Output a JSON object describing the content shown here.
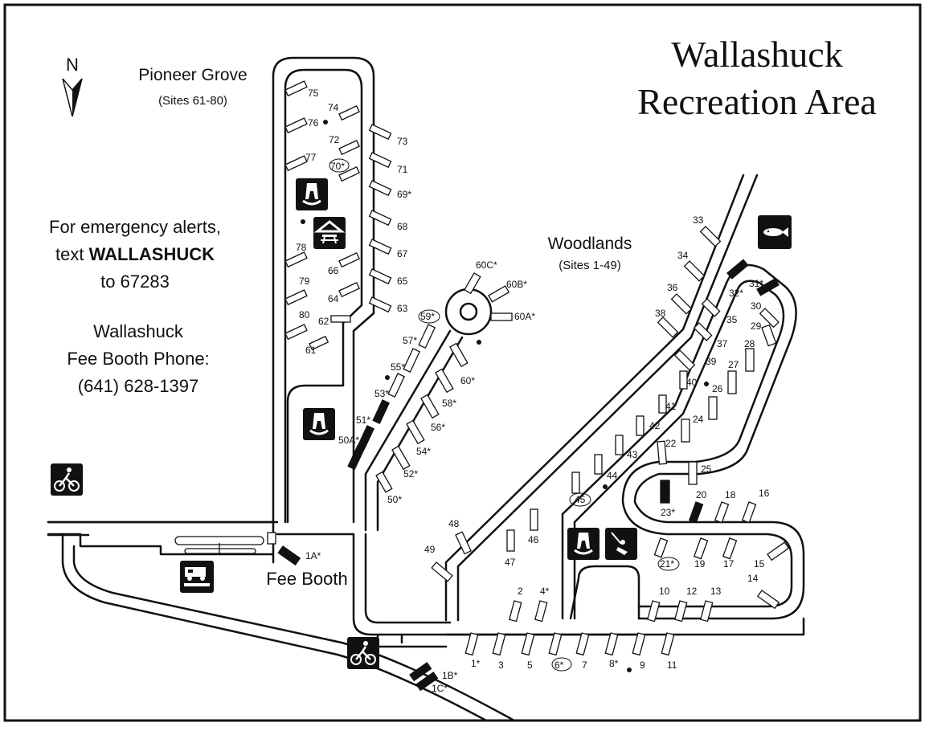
{
  "title_line1": "Wallashuck",
  "title_line2": "Recreation Area",
  "north_label": "N",
  "pioneer": {
    "name": "Pioneer Grove",
    "sites": "(Sites 61-80)"
  },
  "woodlands": {
    "name": "Woodlands",
    "sites": "(Sites 1-49)"
  },
  "emergency": {
    "line1": "For emergency alerts,",
    "line2_prefix": "text ",
    "line2_bold": "WALLASHUCK",
    "line3": "to 67283"
  },
  "fee_booth_info": {
    "line1": "Wallashuck",
    "line2": "Fee Booth Phone:",
    "line3": "(641) 628-1397"
  },
  "fee_booth_label": "Fee Booth",
  "icons": [
    "north-arrow-icon",
    "restroom-icon",
    "picnic-shelter-icon",
    "bike-icon",
    "rv-dump-station-icon",
    "fishing-icon",
    "playground-icon",
    "water-spigot-icon"
  ],
  "colors": {
    "ink": "#111111",
    "paper": "#ffffff",
    "accessible_site": "#111111"
  },
  "sites": {
    "pioneer_west": [
      "75",
      "76",
      "77",
      "78",
      "79",
      "80",
      "61"
    ],
    "pioneer_inner": [
      "74",
      "72",
      "70*",
      "66",
      "64",
      "62"
    ],
    "pioneer_east": [
      "73",
      "71",
      "69*",
      "68",
      "67",
      "65",
      "63"
    ],
    "diagonal_west": [
      "59*",
      "57*",
      "55*",
      "53*",
      "51*",
      "50A*"
    ],
    "diagonal_east": [
      "60*",
      "58*",
      "56*",
      "54*",
      "52*",
      "50*"
    ],
    "circle": [
      "60C*",
      "60B*",
      "60A*"
    ],
    "entrance": [
      "1A*",
      "1B*",
      "1C*"
    ],
    "bottom_row": [
      "1*",
      "3",
      "5",
      "6*",
      "7",
      "8*",
      "9",
      "11"
    ],
    "lower_mid": [
      "2",
      "4*",
      "10",
      "12",
      "13"
    ],
    "loop_east": [
      "14",
      "15",
      "16",
      "17",
      "18",
      "19",
      "20",
      "21*"
    ],
    "woodlands_west": [
      "49",
      "48",
      "47",
      "46",
      "45",
      "44",
      "43",
      "42",
      "41",
      "40",
      "39",
      "38",
      "37",
      "36",
      "34",
      "33"
    ],
    "woodlands_east": [
      "22",
      "23*",
      "24",
      "25",
      "26",
      "27",
      "28",
      "29",
      "30",
      "31*",
      "32*",
      "35"
    ]
  }
}
